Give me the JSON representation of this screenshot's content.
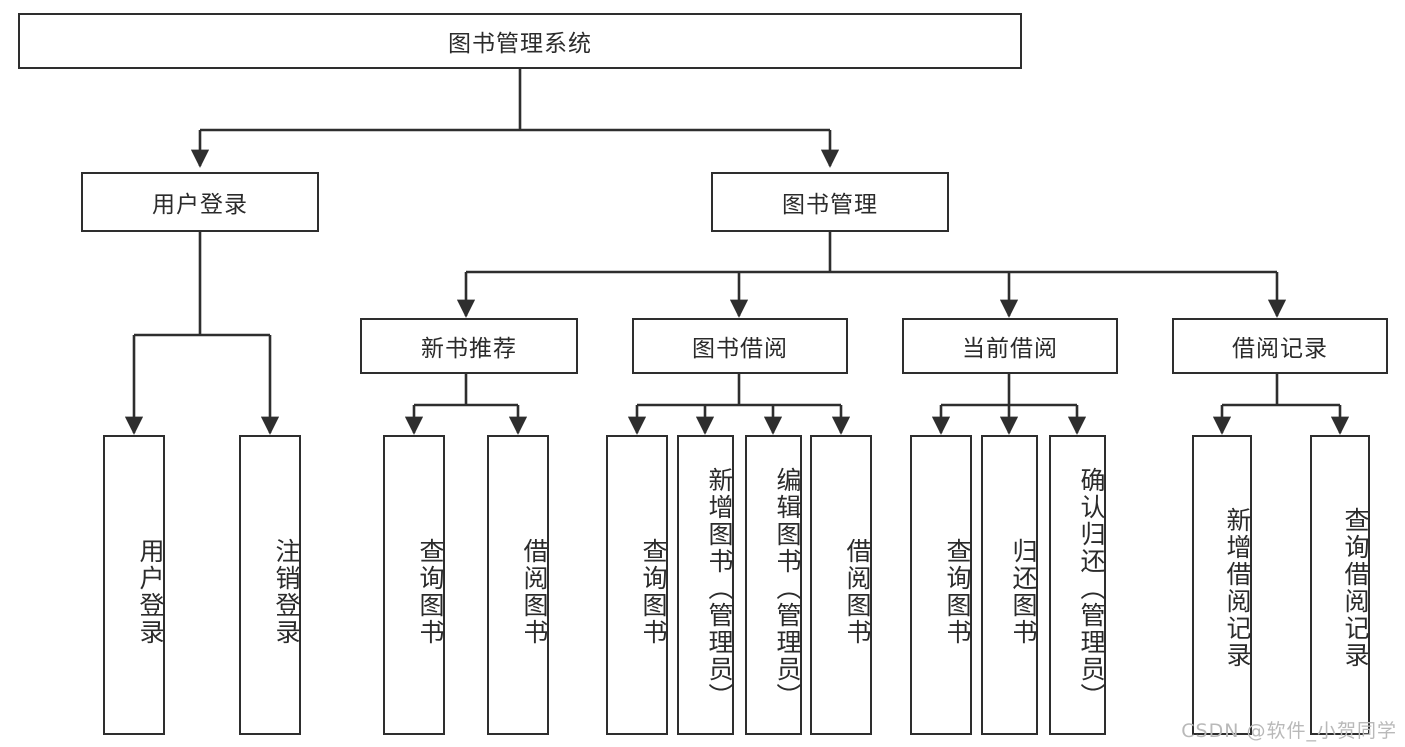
{
  "diagram": {
    "type": "tree-hierarchy",
    "title": "图书管理系统",
    "root": {
      "label": "图书管理系统"
    },
    "level2": [
      {
        "id": "user-login",
        "label": "用户登录"
      },
      {
        "id": "book-manage",
        "label": "图书管理"
      }
    ],
    "level3": [
      {
        "id": "new-book-rec",
        "label": "新书推荐"
      },
      {
        "id": "book-borrow",
        "label": "图书借阅"
      },
      {
        "id": "current-borrow",
        "label": "当前借阅"
      },
      {
        "id": "borrow-record",
        "label": "借阅记录"
      }
    ],
    "leaves": {
      "user_login": [
        {
          "id": "leaf-user-login",
          "label": "用户登录"
        },
        {
          "id": "leaf-logout",
          "label": "注销登录"
        }
      ],
      "new_book_rec": [
        {
          "id": "leaf-query-book-1",
          "label": "查询图书"
        },
        {
          "id": "leaf-borrow-book-1",
          "label": "借阅图书"
        }
      ],
      "book_borrow": [
        {
          "id": "leaf-query-book-2",
          "label": "查询图书"
        },
        {
          "id": "leaf-add-book",
          "label": "新增图书（管理员）"
        },
        {
          "id": "leaf-edit-book",
          "label": "编辑图书（管理员）"
        },
        {
          "id": "leaf-borrow-book-2",
          "label": "借阅图书"
        }
      ],
      "current_borrow": [
        {
          "id": "leaf-query-book-3",
          "label": "查询图书"
        },
        {
          "id": "leaf-return-book",
          "label": "归还图书"
        },
        {
          "id": "leaf-confirm-return",
          "label": "确认归还（管理员）"
        }
      ],
      "borrow_record": [
        {
          "id": "leaf-add-record",
          "label": "新增借阅记录"
        },
        {
          "id": "leaf-query-record",
          "label": "查询借阅记录"
        }
      ]
    },
    "watermark": "CSDN @软件_小贺同学",
    "colors": {
      "border": "#2e2e2e",
      "text": "#2b2b2b",
      "background": "#ffffff",
      "watermark": "#b9b9b9"
    }
  }
}
